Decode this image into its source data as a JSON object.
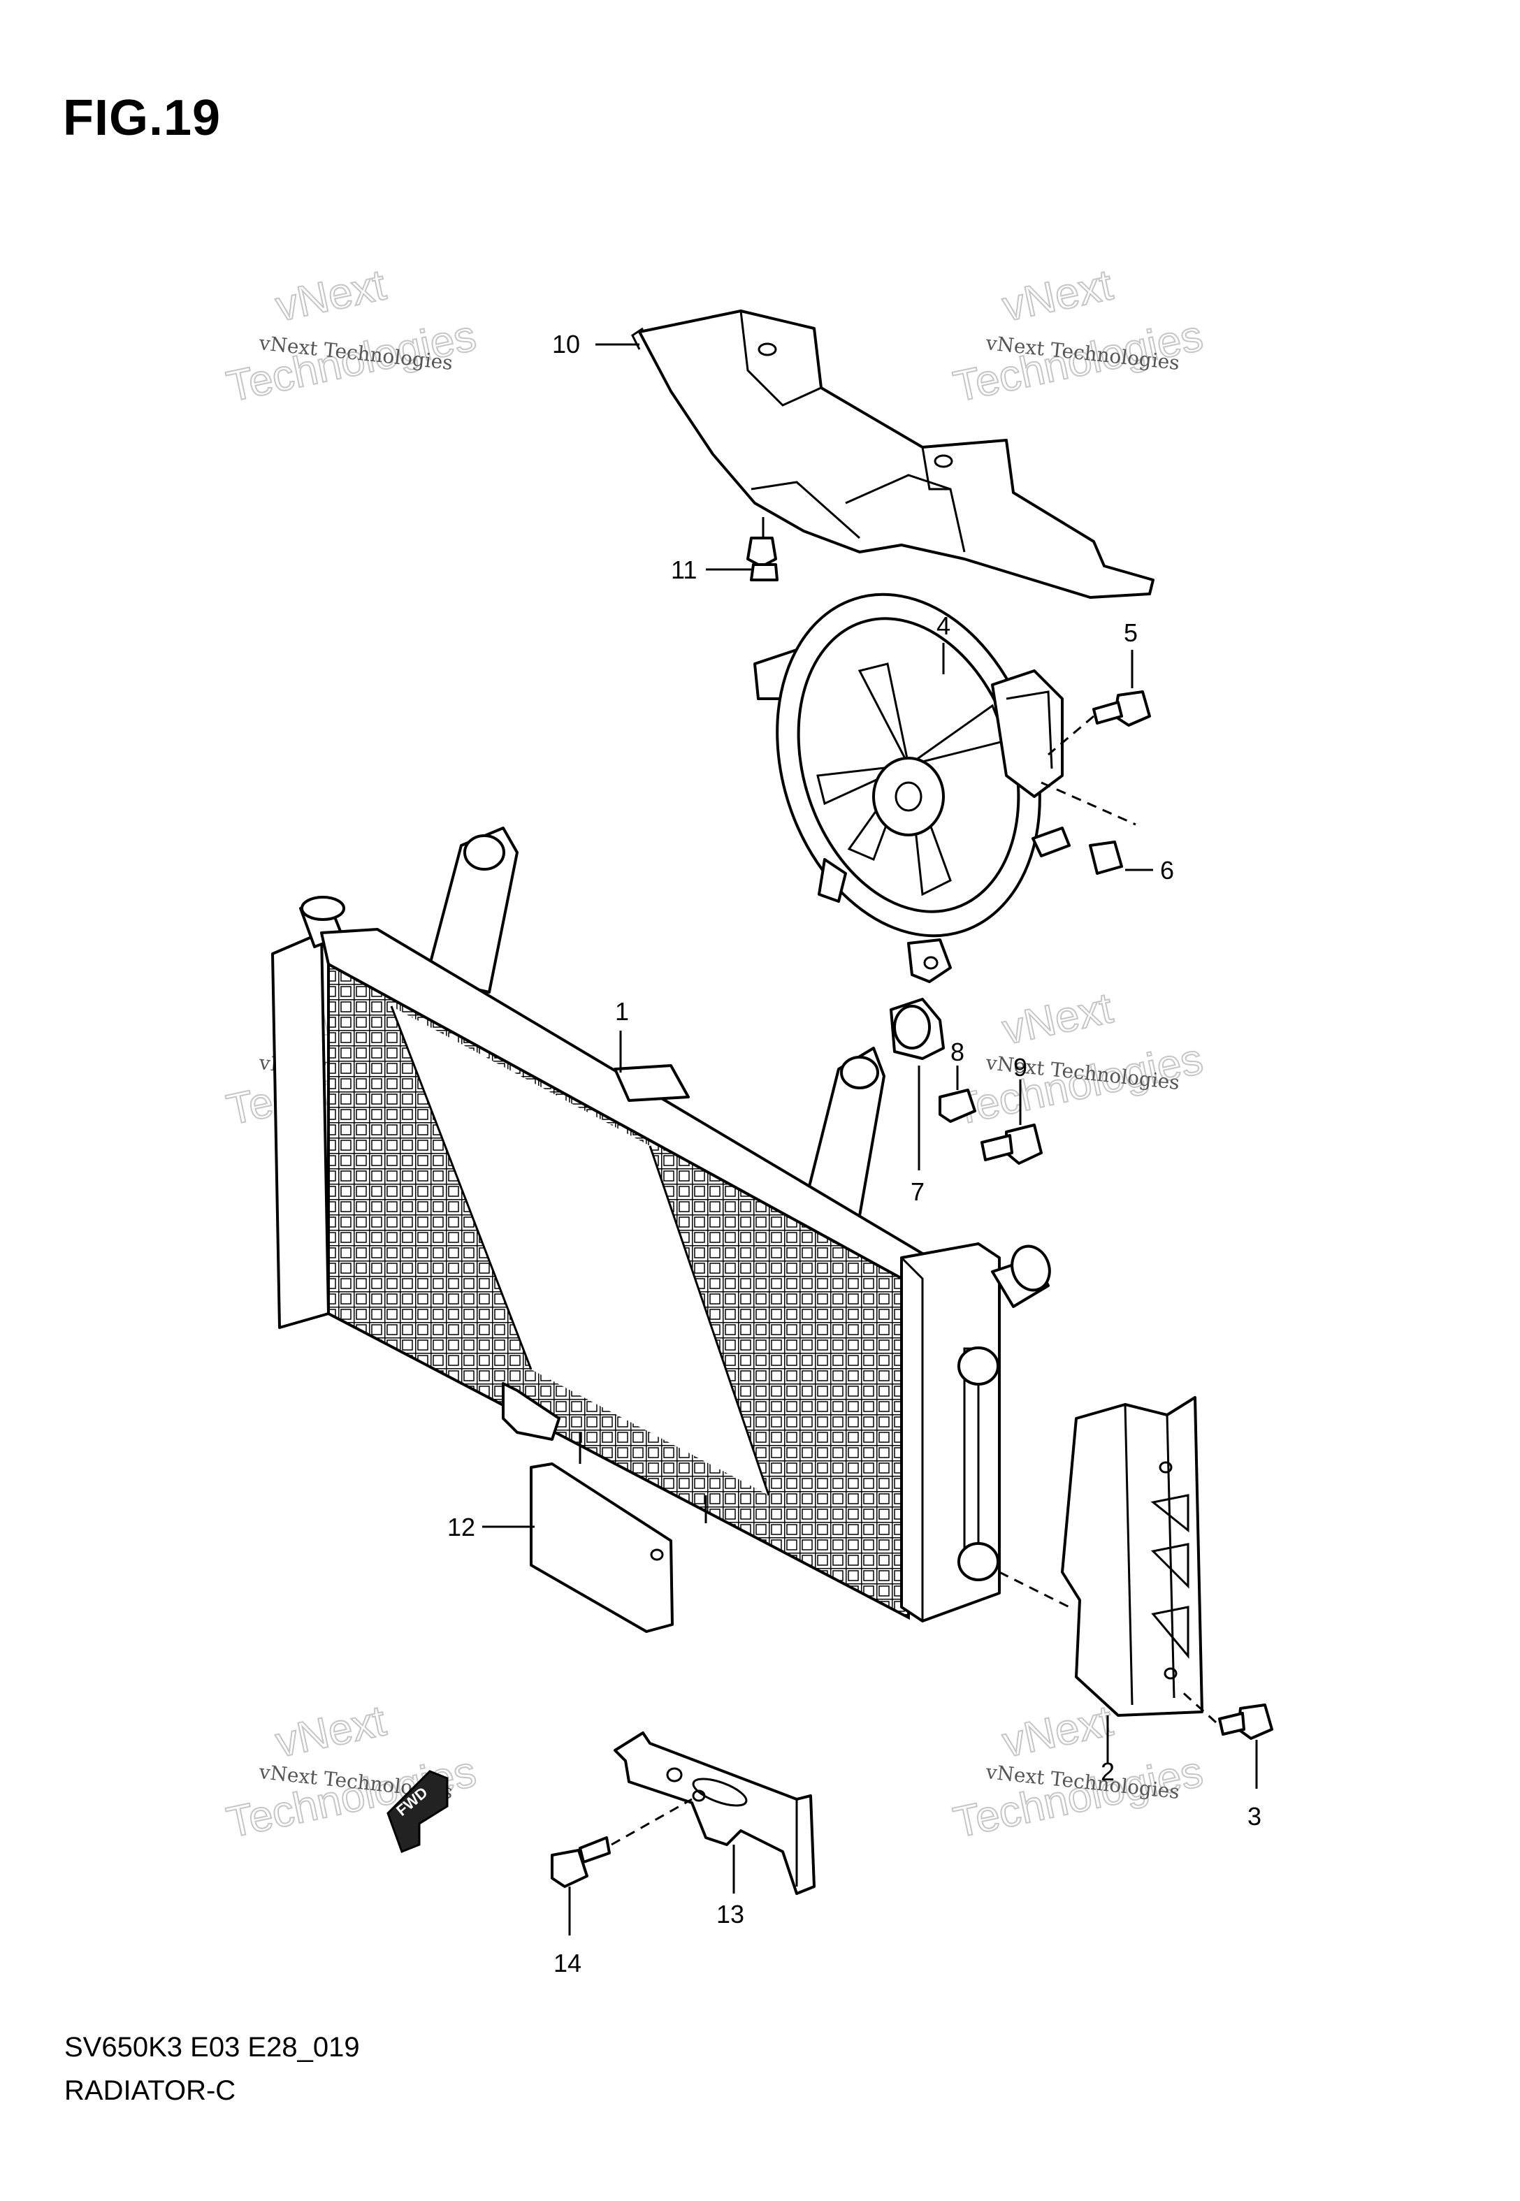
{
  "figure": {
    "title": "FIG.19",
    "footer_code": "SV650K3 E03 E28_019",
    "footer_name": "RADIATOR-C"
  },
  "callouts": [
    {
      "id": "1",
      "label": "1"
    },
    {
      "id": "2",
      "label": "2"
    },
    {
      "id": "3",
      "label": "3"
    },
    {
      "id": "4",
      "label": "4"
    },
    {
      "id": "5",
      "label": "5"
    },
    {
      "id": "6",
      "label": "6"
    },
    {
      "id": "7",
      "label": "7"
    },
    {
      "id": "8",
      "label": "8"
    },
    {
      "id": "9",
      "label": "9"
    },
    {
      "id": "10",
      "label": "10"
    },
    {
      "id": "11",
      "label": "11"
    },
    {
      "id": "12",
      "label": "12"
    },
    {
      "id": "13",
      "label": "13"
    },
    {
      "id": "14",
      "label": "14"
    }
  ],
  "watermark": {
    "brand": "vNext",
    "name": "vNext Technologies",
    "word": "Technologies"
  },
  "fwd_marker": "FWD"
}
